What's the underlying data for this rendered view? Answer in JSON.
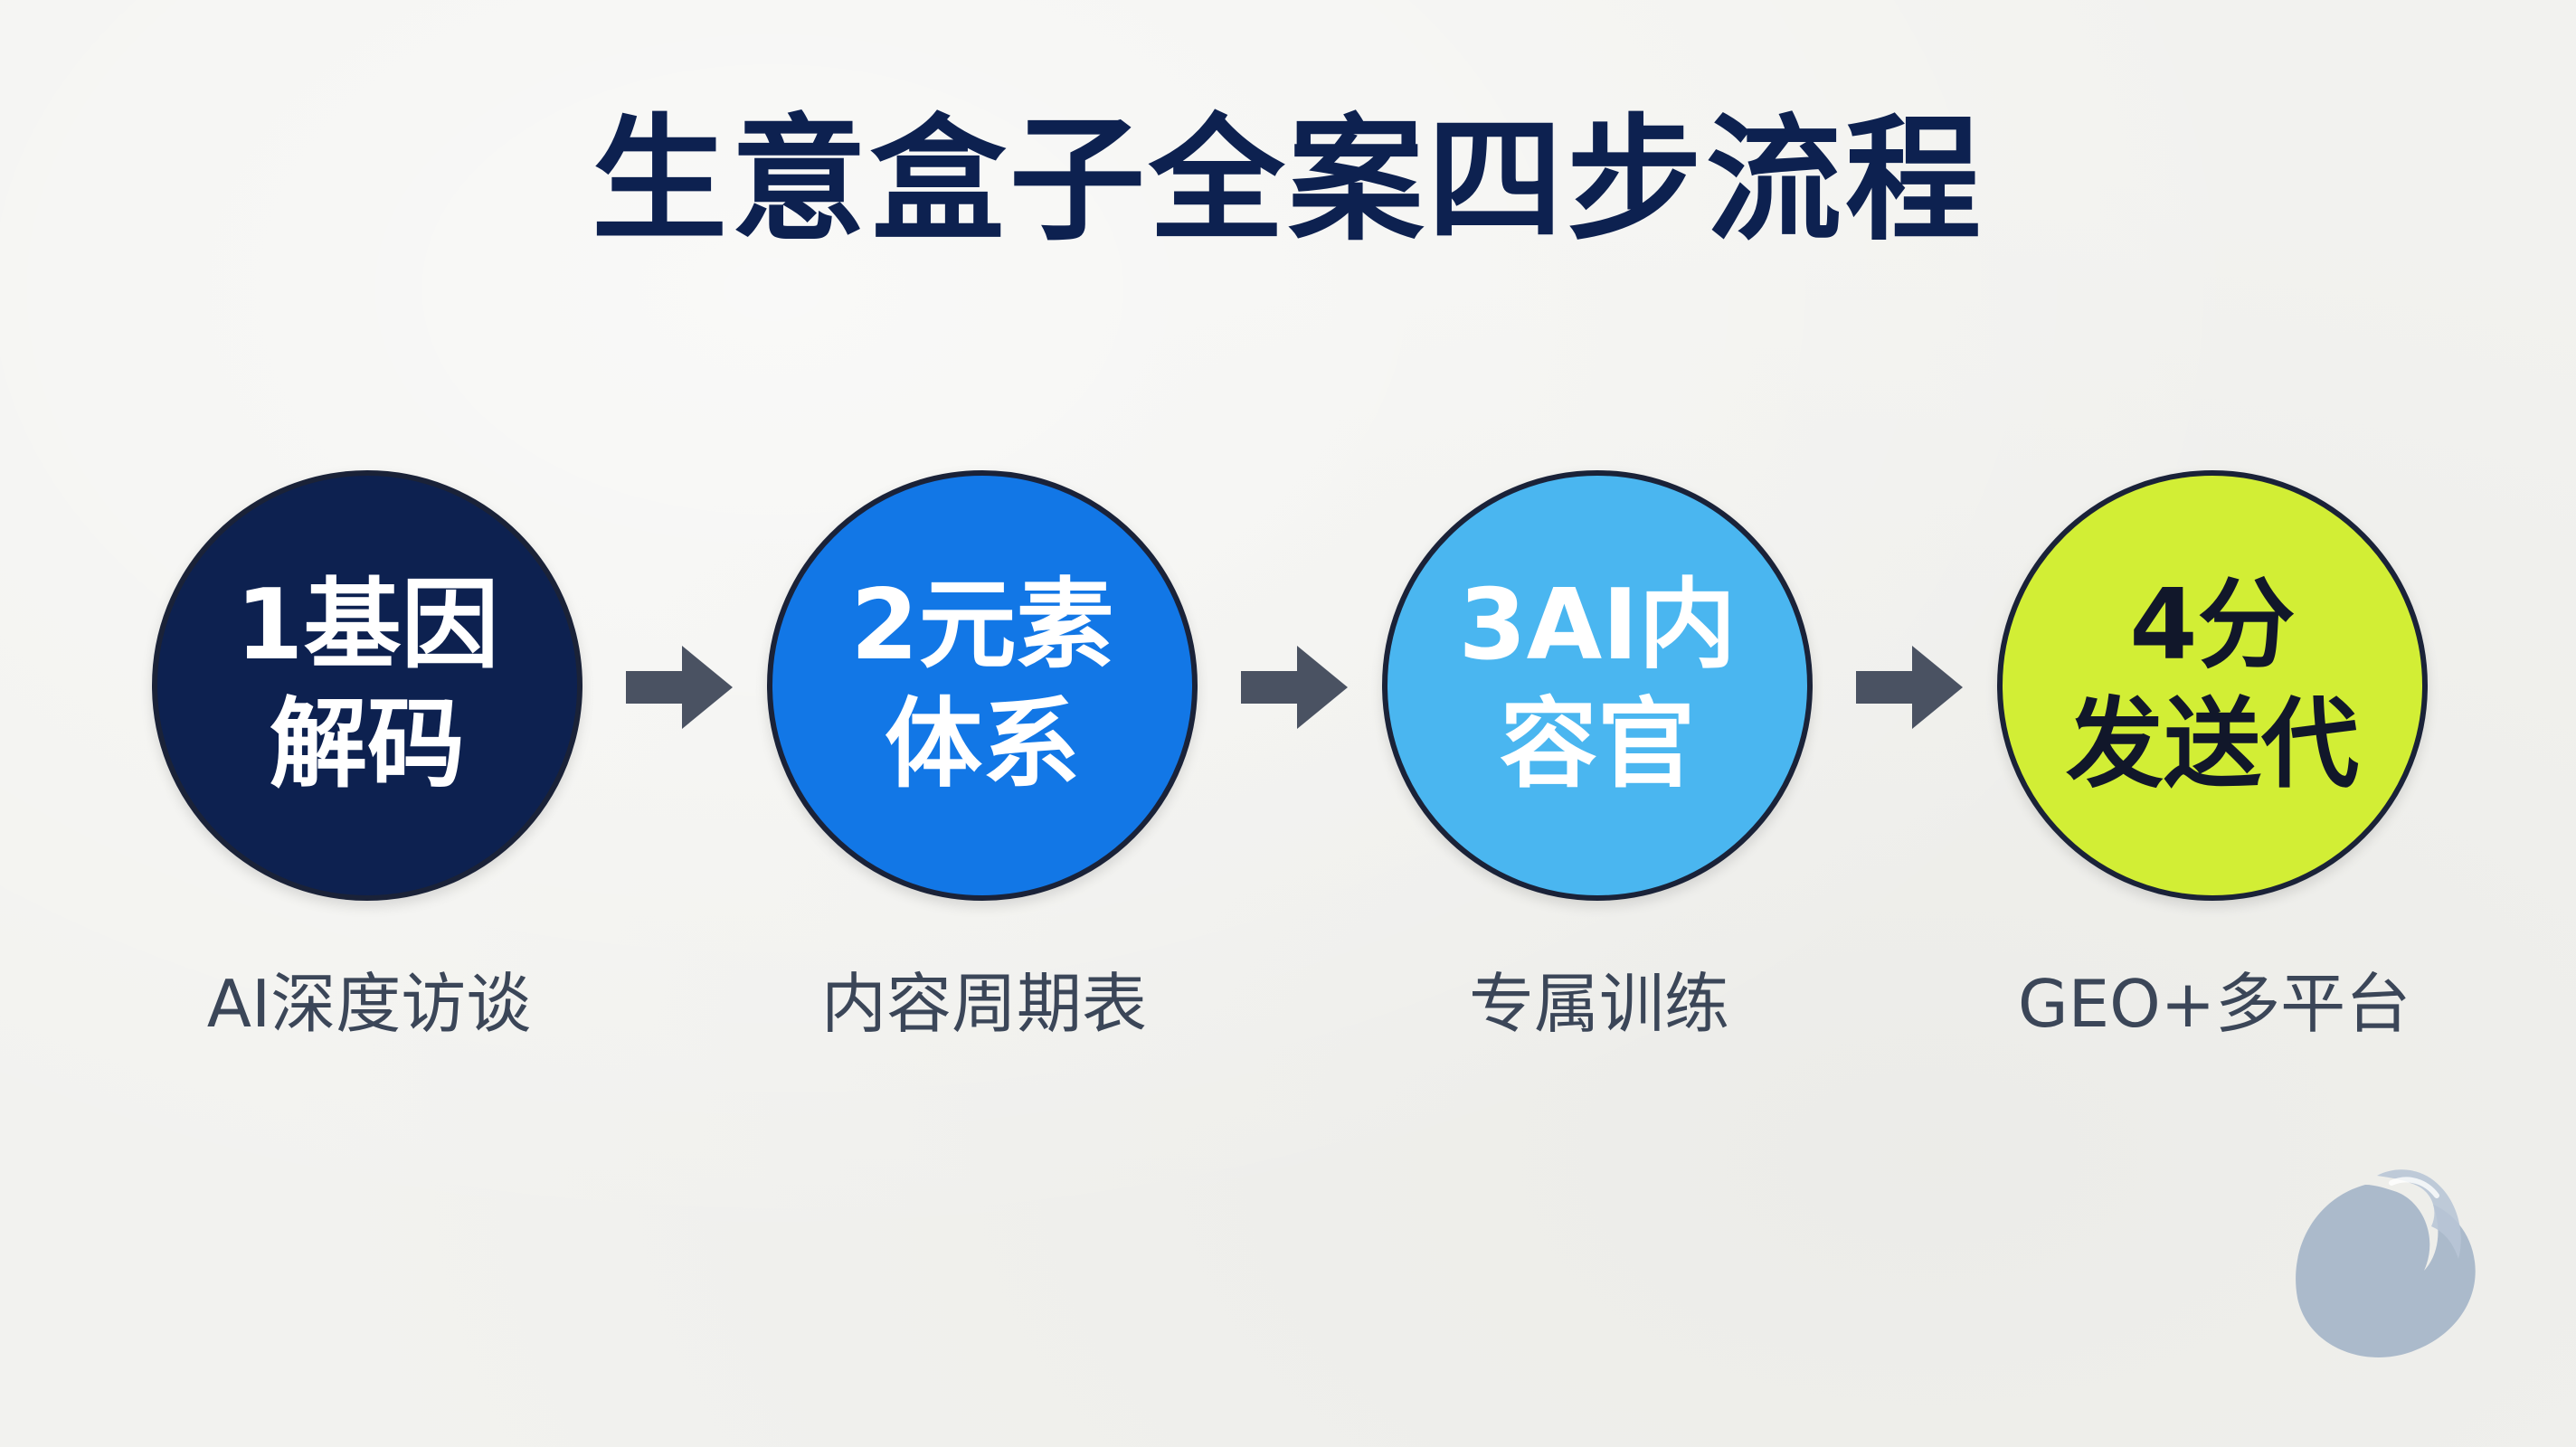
{
  "title": "生意盒子全案四步流程",
  "colors": {
    "background": "#f2f2ef",
    "title": "#0d2150",
    "arrow": "#4a5262",
    "caption": "#3b4658"
  },
  "steps": [
    {
      "line1": "1基因",
      "line2": "解码",
      "caption": "AI深度访谈",
      "fill": "#0d2150",
      "text_color": "#ffffff"
    },
    {
      "line1": "2元素",
      "line2": "体系",
      "caption": "内容周期表",
      "fill": "#1277e6",
      "text_color": "#ffffff"
    },
    {
      "line1": "3AI内",
      "line2": "容官",
      "caption": "专属训练",
      "fill": "#4ab6f0",
      "text_color": "#ffffff"
    },
    {
      "line1": "4分",
      "line2": "发送代",
      "caption": "GEO+多平台",
      "fill": "#d2ee35",
      "text_color": "#11172a"
    }
  ],
  "arrow_icon": "right-arrow-icon",
  "logo_icon": "droplet-logo-icon"
}
